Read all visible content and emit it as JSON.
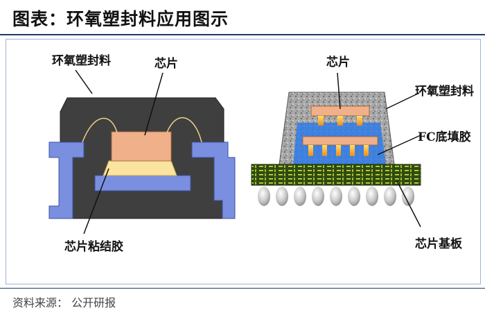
{
  "header": {
    "title": "图表：环氧塑封料应用图示"
  },
  "footer": {
    "source": "资料来源： 公开研报"
  },
  "diagram": {
    "left_package": {
      "label_encapsulant": "环氧塑封料",
      "label_chip": "芯片",
      "label_die_attach": "芯片粘结胶"
    },
    "right_package": {
      "label_chip": "芯片",
      "label_encapsulant": "环氧塑封料",
      "label_underfill": "FC底填胶",
      "label_substrate": "芯片基板"
    },
    "colors": {
      "mold_dark": "#3f3f3f",
      "leadframe_blue": "#7b8fe0",
      "chip_orange": "#f0b089",
      "die_attach_yellow": "#fbe3a0",
      "substrate_green": "#2f4a12",
      "solder_ball": "#c9c9c9"
    }
  }
}
